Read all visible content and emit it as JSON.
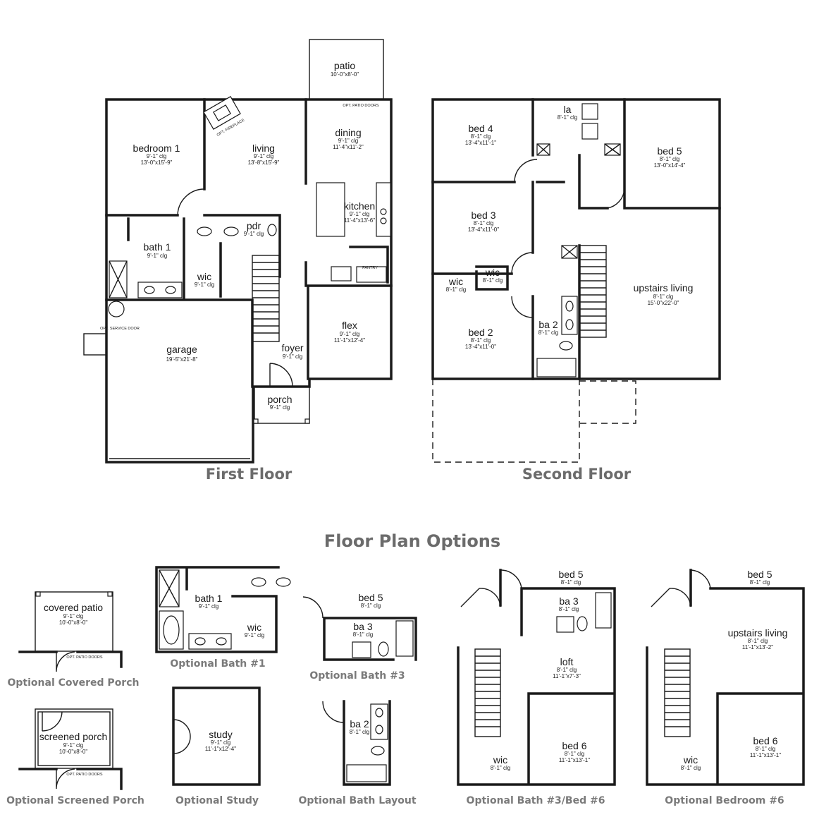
{
  "floor_titles": {
    "first": "First Floor",
    "second": "Second Floor",
    "options": "Floor Plan Options"
  },
  "first_floor_rooms": [
    {
      "key": "bedroom1",
      "name": "bedroom 1",
      "ceiling": "9'-1\" clg",
      "size": "13'-0\"x15'-9\""
    },
    {
      "key": "living",
      "name": "living",
      "ceiling": "9'-1\" clg",
      "size": "13'-8\"x15'-9\""
    },
    {
      "key": "dining",
      "name": "dining",
      "ceiling": "9'-1\" clg",
      "size": "11'-4\"x11'-2\""
    },
    {
      "key": "patio",
      "name": "patio",
      "ceiling": "",
      "size": "10'-0\"x8'-0\""
    },
    {
      "key": "kitchen",
      "name": "kitchen",
      "ceiling": "9'-1\" clg",
      "size": "11'-4\"x13'-6\""
    },
    {
      "key": "bath1",
      "name": "bath 1",
      "ceiling": "9'-1\" clg",
      "size": ""
    },
    {
      "key": "pdr",
      "name": "pdr",
      "ceiling": "9'-1\" clg",
      "size": ""
    },
    {
      "key": "wic",
      "name": "wic",
      "ceiling": "9'-1\" clg",
      "size": ""
    },
    {
      "key": "garage",
      "name": "garage",
      "ceiling": "",
      "size": "19'-5\"x21'-8\""
    },
    {
      "key": "foyer",
      "name": "foyer",
      "ceiling": "9'-1\" clg",
      "size": ""
    },
    {
      "key": "flex",
      "name": "flex",
      "ceiling": "9'-1\" clg",
      "size": "11'-1\"x12'-4\""
    },
    {
      "key": "porch",
      "name": "porch",
      "ceiling": "9'-1\" clg",
      "size": ""
    }
  ],
  "first_floor_notes": {
    "fireplace": "OPT. FIREPLACE",
    "patio_doors": "OPT. PATIO DOORS",
    "service_door": "OPT. SERVICE DOOR",
    "pantry": "PANTRY"
  },
  "second_floor_rooms": [
    {
      "key": "bed4",
      "name": "bed 4",
      "ceiling": "8'-1\" clg",
      "size": "13'-4\"x11'-1\""
    },
    {
      "key": "la",
      "name": "la",
      "ceiling": "8'-1\" clg",
      "size": ""
    },
    {
      "key": "bed5",
      "name": "bed 5",
      "ceiling": "8'-1\" clg",
      "size": "13'-0\"x14'-4\""
    },
    {
      "key": "bed3",
      "name": "bed 3",
      "ceiling": "8'-1\" clg",
      "size": "13'-4\"x11'-0\""
    },
    {
      "key": "wic1",
      "name": "wic",
      "ceiling": "8'-1\" clg",
      "size": ""
    },
    {
      "key": "wic2",
      "name": "wic",
      "ceiling": "8'-1\" clg",
      "size": ""
    },
    {
      "key": "upstairs",
      "name": "upstairs living",
      "ceiling": "8'-1\" clg",
      "size": "15'-0\"x22'-0\""
    },
    {
      "key": "bed2",
      "name": "bed 2",
      "ceiling": "8'-1\" clg",
      "size": "13'-4\"x11'-0\""
    },
    {
      "key": "ba2",
      "name": "ba 2",
      "ceiling": "8'-1\" clg",
      "size": ""
    }
  ],
  "options": {
    "covered_porch": {
      "caption": "Optional Covered Porch",
      "room": "covered patio",
      "ceiling": "9'-1\" clg",
      "size": "10'-0\"x8'-0\"",
      "note": "OPT. PATIO DOORS"
    },
    "screened_porch": {
      "caption": "Optional Screened Porch",
      "room": "screened porch",
      "ceiling": "9'-1\" clg",
      "size": "10'-0\"x8'-0\"",
      "note": "OPT. PATIO DOORS"
    },
    "bath1": {
      "caption": "Optional Bath #1",
      "room": "bath 1",
      "ceiling": "9'-1\" clg",
      "wic": "wic",
      "wic_ceiling": "9'-1\" clg"
    },
    "study": {
      "caption": "Optional Study",
      "room": "study",
      "ceiling": "9'-1\" clg",
      "size": "11'-1\"x12'-4\""
    },
    "bath3": {
      "caption": "Optional Bath #3",
      "bed": "bed 5",
      "bed_ceiling": "8'-1\" clg",
      "room": "ba 3",
      "ceiling": "8'-1\" clg"
    },
    "bath_layout": {
      "caption": "Optional Bath Layout",
      "room": "ba 2",
      "ceiling": "8'-1\" clg"
    },
    "bath3_bed6": {
      "caption": "Optional Bath #3/Bed #6",
      "bed5": "bed 5",
      "bed5_ceiling": "8'-1\" clg",
      "ba3": "ba 3",
      "ba3_ceiling": "8'-1\" clg",
      "loft": "loft",
      "loft_ceiling": "8'-1\" clg",
      "loft_size": "11'-1\"x7'-3\"",
      "bed6": "bed 6",
      "bed6_ceiling": "8'-1\" clg",
      "bed6_size": "11'-1\"x13'-1\"",
      "wic": "wic",
      "wic_ceiling": "8'-1\" clg"
    },
    "bedroom6": {
      "caption": "Optional Bedroom #6",
      "bed5": "bed 5",
      "bed5_ceiling": "8'-1\" clg",
      "upstairs": "upstairs living",
      "upstairs_ceiling": "8'-1\" clg",
      "upstairs_size": "11'-1\"x13'-2\"",
      "bed6": "bed 6",
      "bed6_ceiling": "8'-1\" clg",
      "bed6_size": "11'-1\"x13'-1\"",
      "wic": "wic",
      "wic_ceiling": "8'-1\" clg"
    }
  }
}
